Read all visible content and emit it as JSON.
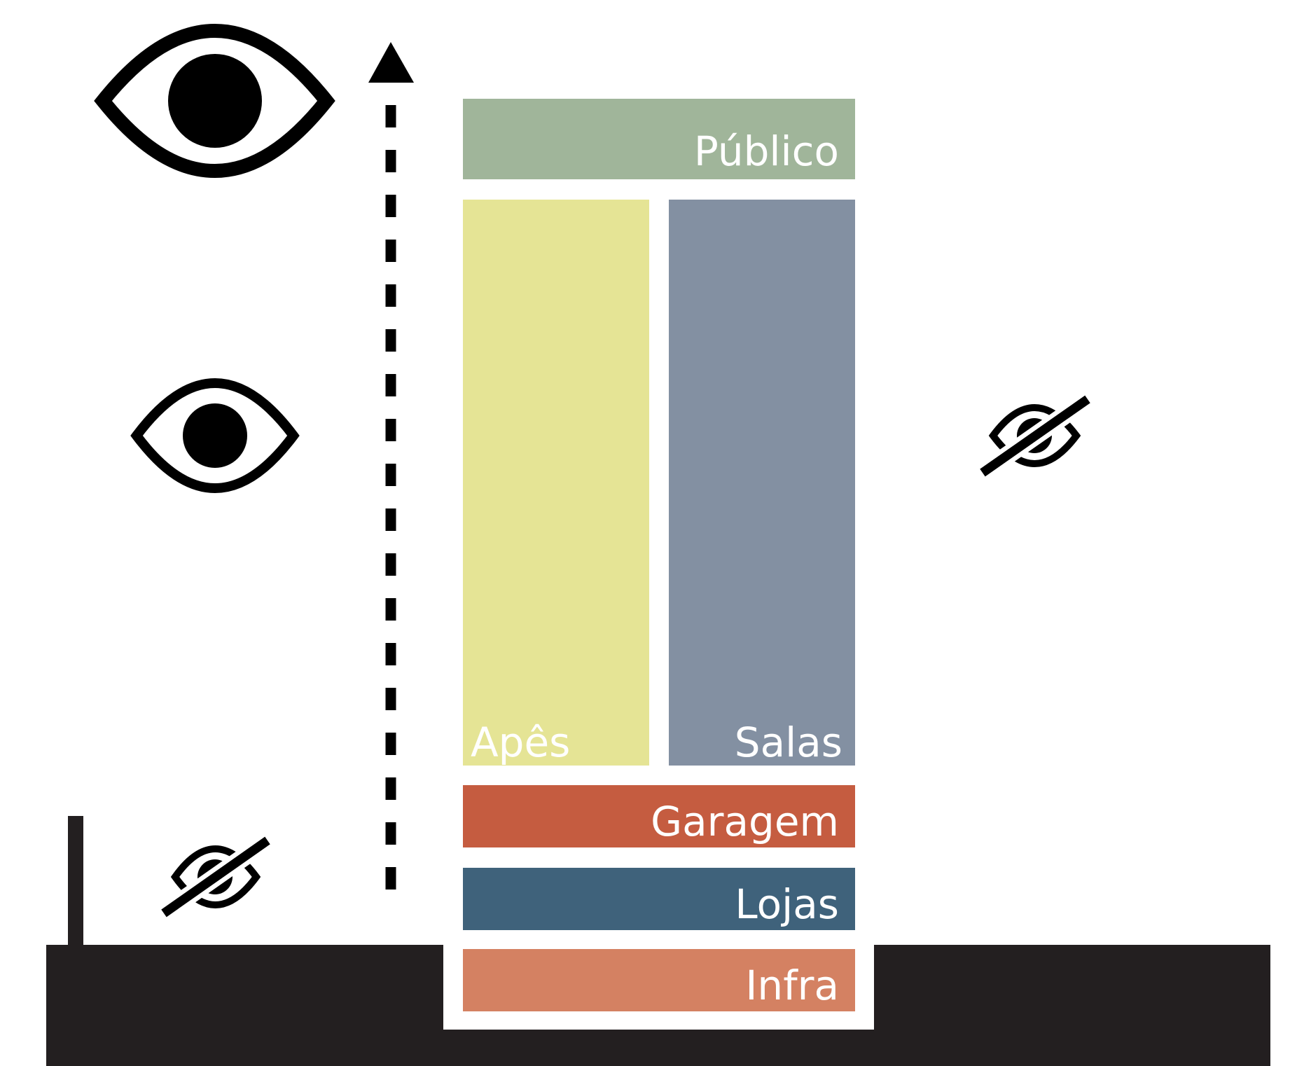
{
  "diagram": {
    "blocks": [
      {
        "id": "publico",
        "label": "Público",
        "color": "#a0b59a"
      },
      {
        "id": "apes",
        "label": "Apês",
        "color": "#e5e495"
      },
      {
        "id": "salas",
        "label": "Salas",
        "color": "#8390a2"
      },
      {
        "id": "garagem",
        "label": "Garagem",
        "color": "#c55c40"
      },
      {
        "id": "lojas",
        "label": "Lojas",
        "color": "#3f627b"
      },
      {
        "id": "infra",
        "label": "Infra",
        "color": "#d48162"
      }
    ],
    "ground_color": "#231f20",
    "icons": [
      {
        "name": "eye-icon-large",
        "meaning": "visible"
      },
      {
        "name": "eye-icon-medium",
        "meaning": "visible"
      },
      {
        "name": "eye-slash-icon",
        "meaning": "not visible"
      },
      {
        "name": "eye-slash-icon",
        "meaning": "not visible"
      },
      {
        "name": "arrow-up-dashed-icon",
        "meaning": "upward"
      }
    ]
  }
}
